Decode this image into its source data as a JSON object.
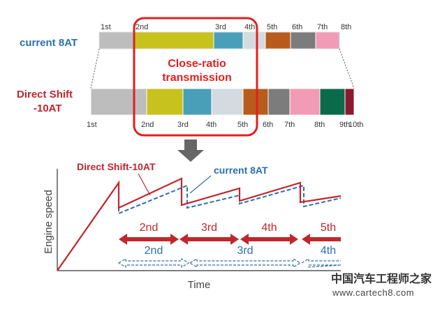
{
  "top": {
    "labels": {
      "current": "current 8AT",
      "direct_line1": "Direct Shift",
      "direct_line2": "-10AT"
    },
    "callout": {
      "line1": "Close-ratio",
      "line2": "transmission"
    },
    "current_gears": [
      {
        "label": "1st",
        "color": "#bdbdbd"
      },
      {
        "label": "2nd",
        "color": "#c8c21f"
      },
      {
        "label": "3rd",
        "color": "#4a9fb8"
      },
      {
        "label": "4th",
        "color": "#d3dbe0"
      },
      {
        "label": "5th",
        "color": "#b85c1d"
      },
      {
        "label": "6th",
        "color": "#7c7c7c"
      },
      {
        "label": "7th",
        "color": "#f19bb6"
      },
      {
        "label": "8th",
        "color": "#ffffff"
      }
    ],
    "direct_gears": [
      {
        "label": "1st",
        "color": "#bdbdbd"
      },
      {
        "label": "2nd",
        "color": "#c8c21f"
      },
      {
        "label": "3rd",
        "color": "#4a9fb8"
      },
      {
        "label": "4th",
        "color": "#d3dbe0"
      },
      {
        "label": "5th",
        "color": "#b85c1d"
      },
      {
        "label": "6th",
        "color": "#7c7c7c"
      },
      {
        "label": "7th",
        "color": "#f19bb6"
      },
      {
        "label": "8th",
        "color": "#0a6b4b"
      },
      {
        "label": "9th",
        "color": "#8a1a2e"
      },
      {
        "label": "10th",
        "color": "#ffffff"
      }
    ]
  },
  "graph": {
    "ylabel": "Engine speed",
    "xlabel": "Time",
    "series_direct": "Direct Shift-10AT",
    "series_current": "current 8AT",
    "direct_gear_labels": [
      "2nd",
      "3rd",
      "4th",
      "5th"
    ],
    "current_gear_labels": [
      "2nd",
      "3rd",
      "4th"
    ]
  },
  "colors": {
    "direct": "#c0262d",
    "current": "#2a6fb0",
    "callout": "#e02020",
    "arrow": "#666666"
  },
  "watermark": {
    "line1": "中国汽车工程师之家",
    "line2": "www.cartech8.com"
  }
}
